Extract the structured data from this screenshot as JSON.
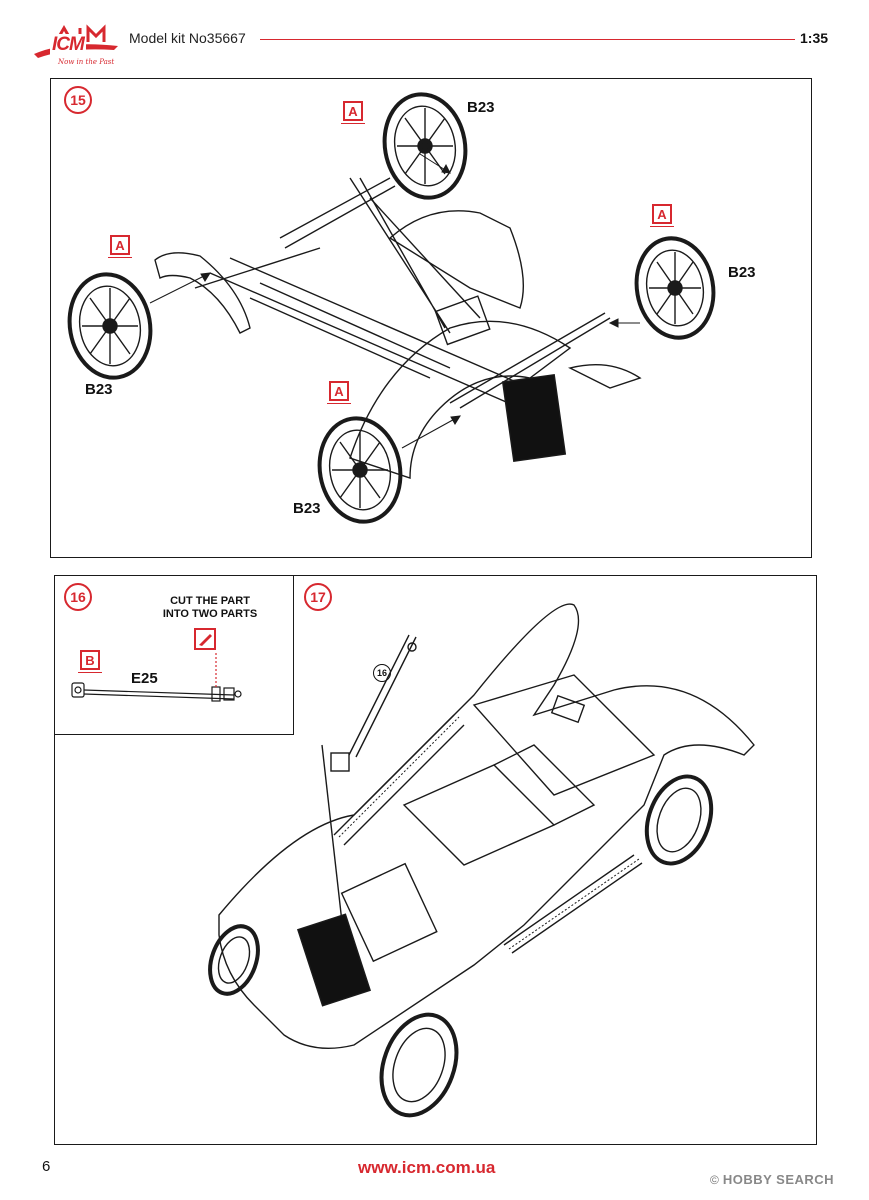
{
  "header": {
    "brand": "ICM",
    "brand_tagline": "Now in the Past",
    "model_kit": "Model kit No35667",
    "scale": "1:35"
  },
  "step15": {
    "number": "15",
    "paint_code": "A",
    "labels": [
      "B23",
      "B23",
      "B23",
      "B23"
    ]
  },
  "step16": {
    "number": "16",
    "instruction": "CUT THE PART\nINTO TWO PARTS",
    "paint_code": "B",
    "part": "E25"
  },
  "step17": {
    "number": "17",
    "ref_step": "16"
  },
  "footer": {
    "page_number": "6",
    "website": "www.icm.com.ua",
    "watermark": "HOBBY SEARCH"
  },
  "colors": {
    "accent": "#d7282f",
    "line": "#1a1a1a"
  }
}
